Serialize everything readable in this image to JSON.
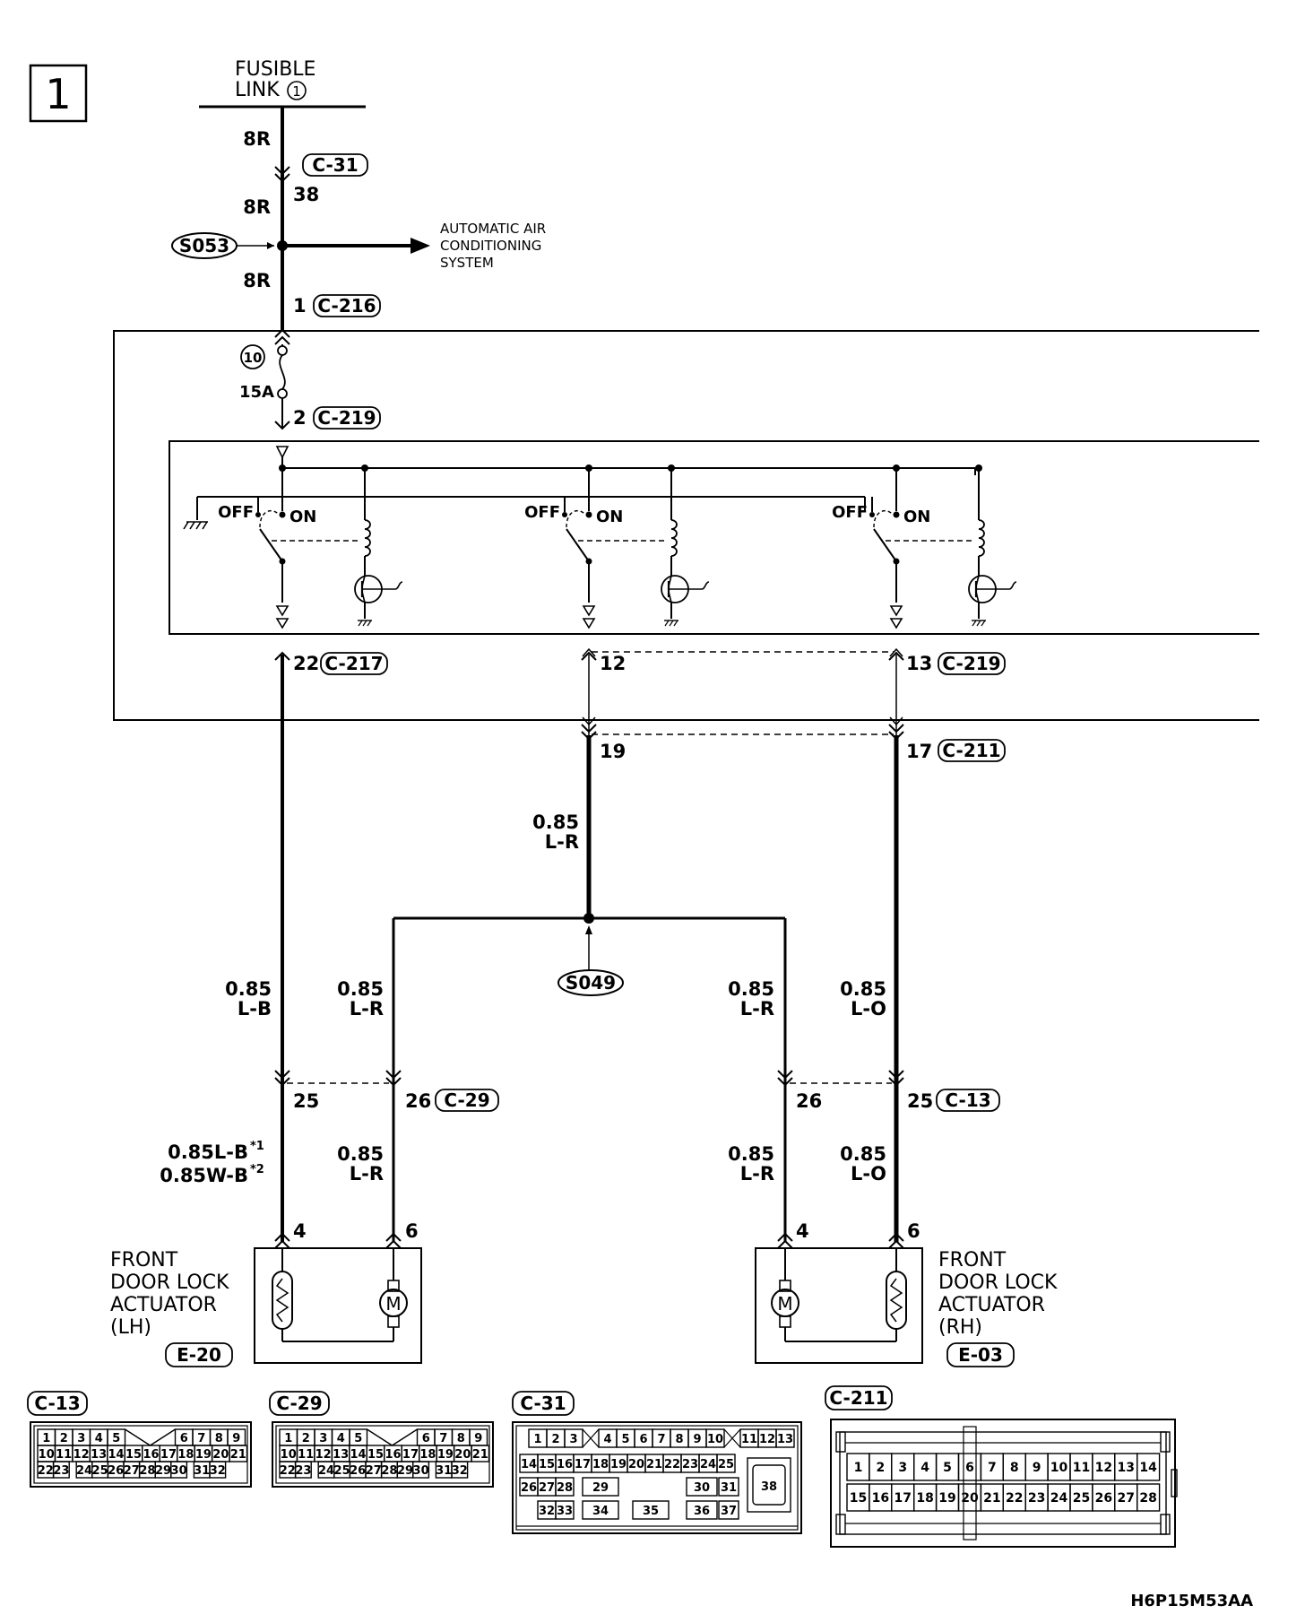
{
  "page_number": "1",
  "fusible_link": {
    "line1": "FUSIBLE",
    "line2": "LINK",
    "number": "1"
  },
  "splices": {
    "top": "S053",
    "bottom": "S049"
  },
  "ac_system": [
    "AUTOMATIC AIR",
    "CONDITIONING",
    "SYSTEM"
  ],
  "fuse": {
    "number": "10",
    "rating": "15A"
  },
  "relay_switch": {
    "off": "OFF",
    "on": "ON"
  },
  "wires": {
    "feed": "8R",
    "common": {
      "size": "0.85",
      "color": "L-R"
    },
    "lh_lock": {
      "size": "0.85",
      "color": "L-B"
    },
    "rh_lock": {
      "size": "0.85",
      "color": "L-O"
    },
    "lh_variant_1": "0.85L-B",
    "lh_variant_2": "0.85W-B",
    "note_1": "*1",
    "note_2": "*2"
  },
  "pins": {
    "c31": "38",
    "c216": "1",
    "c219_in": "2",
    "c217": "22",
    "mid": "12",
    "rh_mid": "13",
    "c211_left": "19",
    "c211_right": "17",
    "c29_left": "25",
    "c29_right": "26",
    "c13_left": "26",
    "c13_right": "25",
    "act_a": "4",
    "act_b": "6"
  },
  "connectors": {
    "c31": "C-31",
    "c216": "C-216",
    "c219": "C-219",
    "c217": "C-217",
    "c211": "C-211",
    "c29": "C-29",
    "c13": "C-13",
    "e20": "E-20",
    "e03": "E-03"
  },
  "actuators": {
    "lh": [
      "FRONT",
      "DOOR LOCK",
      "ACTUATOR",
      "(LH)"
    ],
    "rh": [
      "FRONT",
      "DOOR LOCK",
      "ACTUATOR",
      "(RH)"
    ],
    "motor": "M"
  },
  "connector_views": {
    "c13": [
      [
        "1",
        "2",
        "3",
        "4",
        "5",
        "",
        "6",
        "7",
        "8",
        "9"
      ],
      [
        "10",
        "11",
        "12",
        "13",
        "14",
        "15",
        "16",
        "17",
        "18",
        "19",
        "20",
        "21"
      ],
      [
        "22",
        "23",
        "",
        "24",
        "25",
        "26",
        "27",
        "28",
        "29",
        "30",
        "",
        "31",
        "32"
      ]
    ],
    "c29": [
      [
        "1",
        "2",
        "3",
        "4",
        "5",
        "",
        "6",
        "7",
        "8",
        "9"
      ],
      [
        "10",
        "11",
        "12",
        "13",
        "14",
        "15",
        "16",
        "17",
        "18",
        "19",
        "20",
        "21"
      ],
      [
        "22",
        "23",
        "",
        "24",
        "25",
        "26",
        "27",
        "28",
        "29",
        "30",
        "",
        "31",
        "32"
      ]
    ],
    "c31": {
      "row1": [
        "1",
        "2",
        "3",
        "4",
        "5",
        "6",
        "7",
        "8",
        "9",
        "10",
        "11",
        "12",
        "13"
      ],
      "row2": [
        "14",
        "15",
        "16",
        "17",
        "18",
        "19",
        "20",
        "21",
        "22",
        "23",
        "24",
        "25"
      ],
      "row3": [
        "26",
        "27",
        "28",
        "29",
        "30",
        "31"
      ],
      "row4": [
        "32",
        "33",
        "34",
        "35",
        "36",
        "37"
      ],
      "big": "38"
    },
    "c211": {
      "row1": [
        "1",
        "2",
        "3",
        "4",
        "5",
        "6",
        "7",
        "8",
        "9",
        "10",
        "11",
        "12",
        "13",
        "14"
      ],
      "row2": [
        "15",
        "16",
        "17",
        "18",
        "19",
        "20",
        "21",
        "22",
        "23",
        "24",
        "25",
        "26",
        "27",
        "28"
      ]
    }
  },
  "drawing_code": "H6P15M53AA"
}
